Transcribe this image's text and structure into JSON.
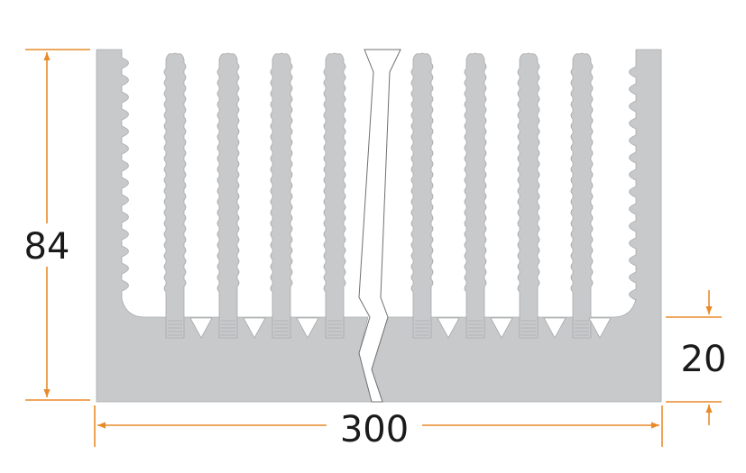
{
  "dimensions": {
    "height": "84",
    "width": "300",
    "base": "20"
  },
  "colors": {
    "profile": "#c8c9cb",
    "profile_edge": "#a9aaad",
    "dimension_line": "#e98a2a",
    "text": "#1a1a1a"
  }
}
